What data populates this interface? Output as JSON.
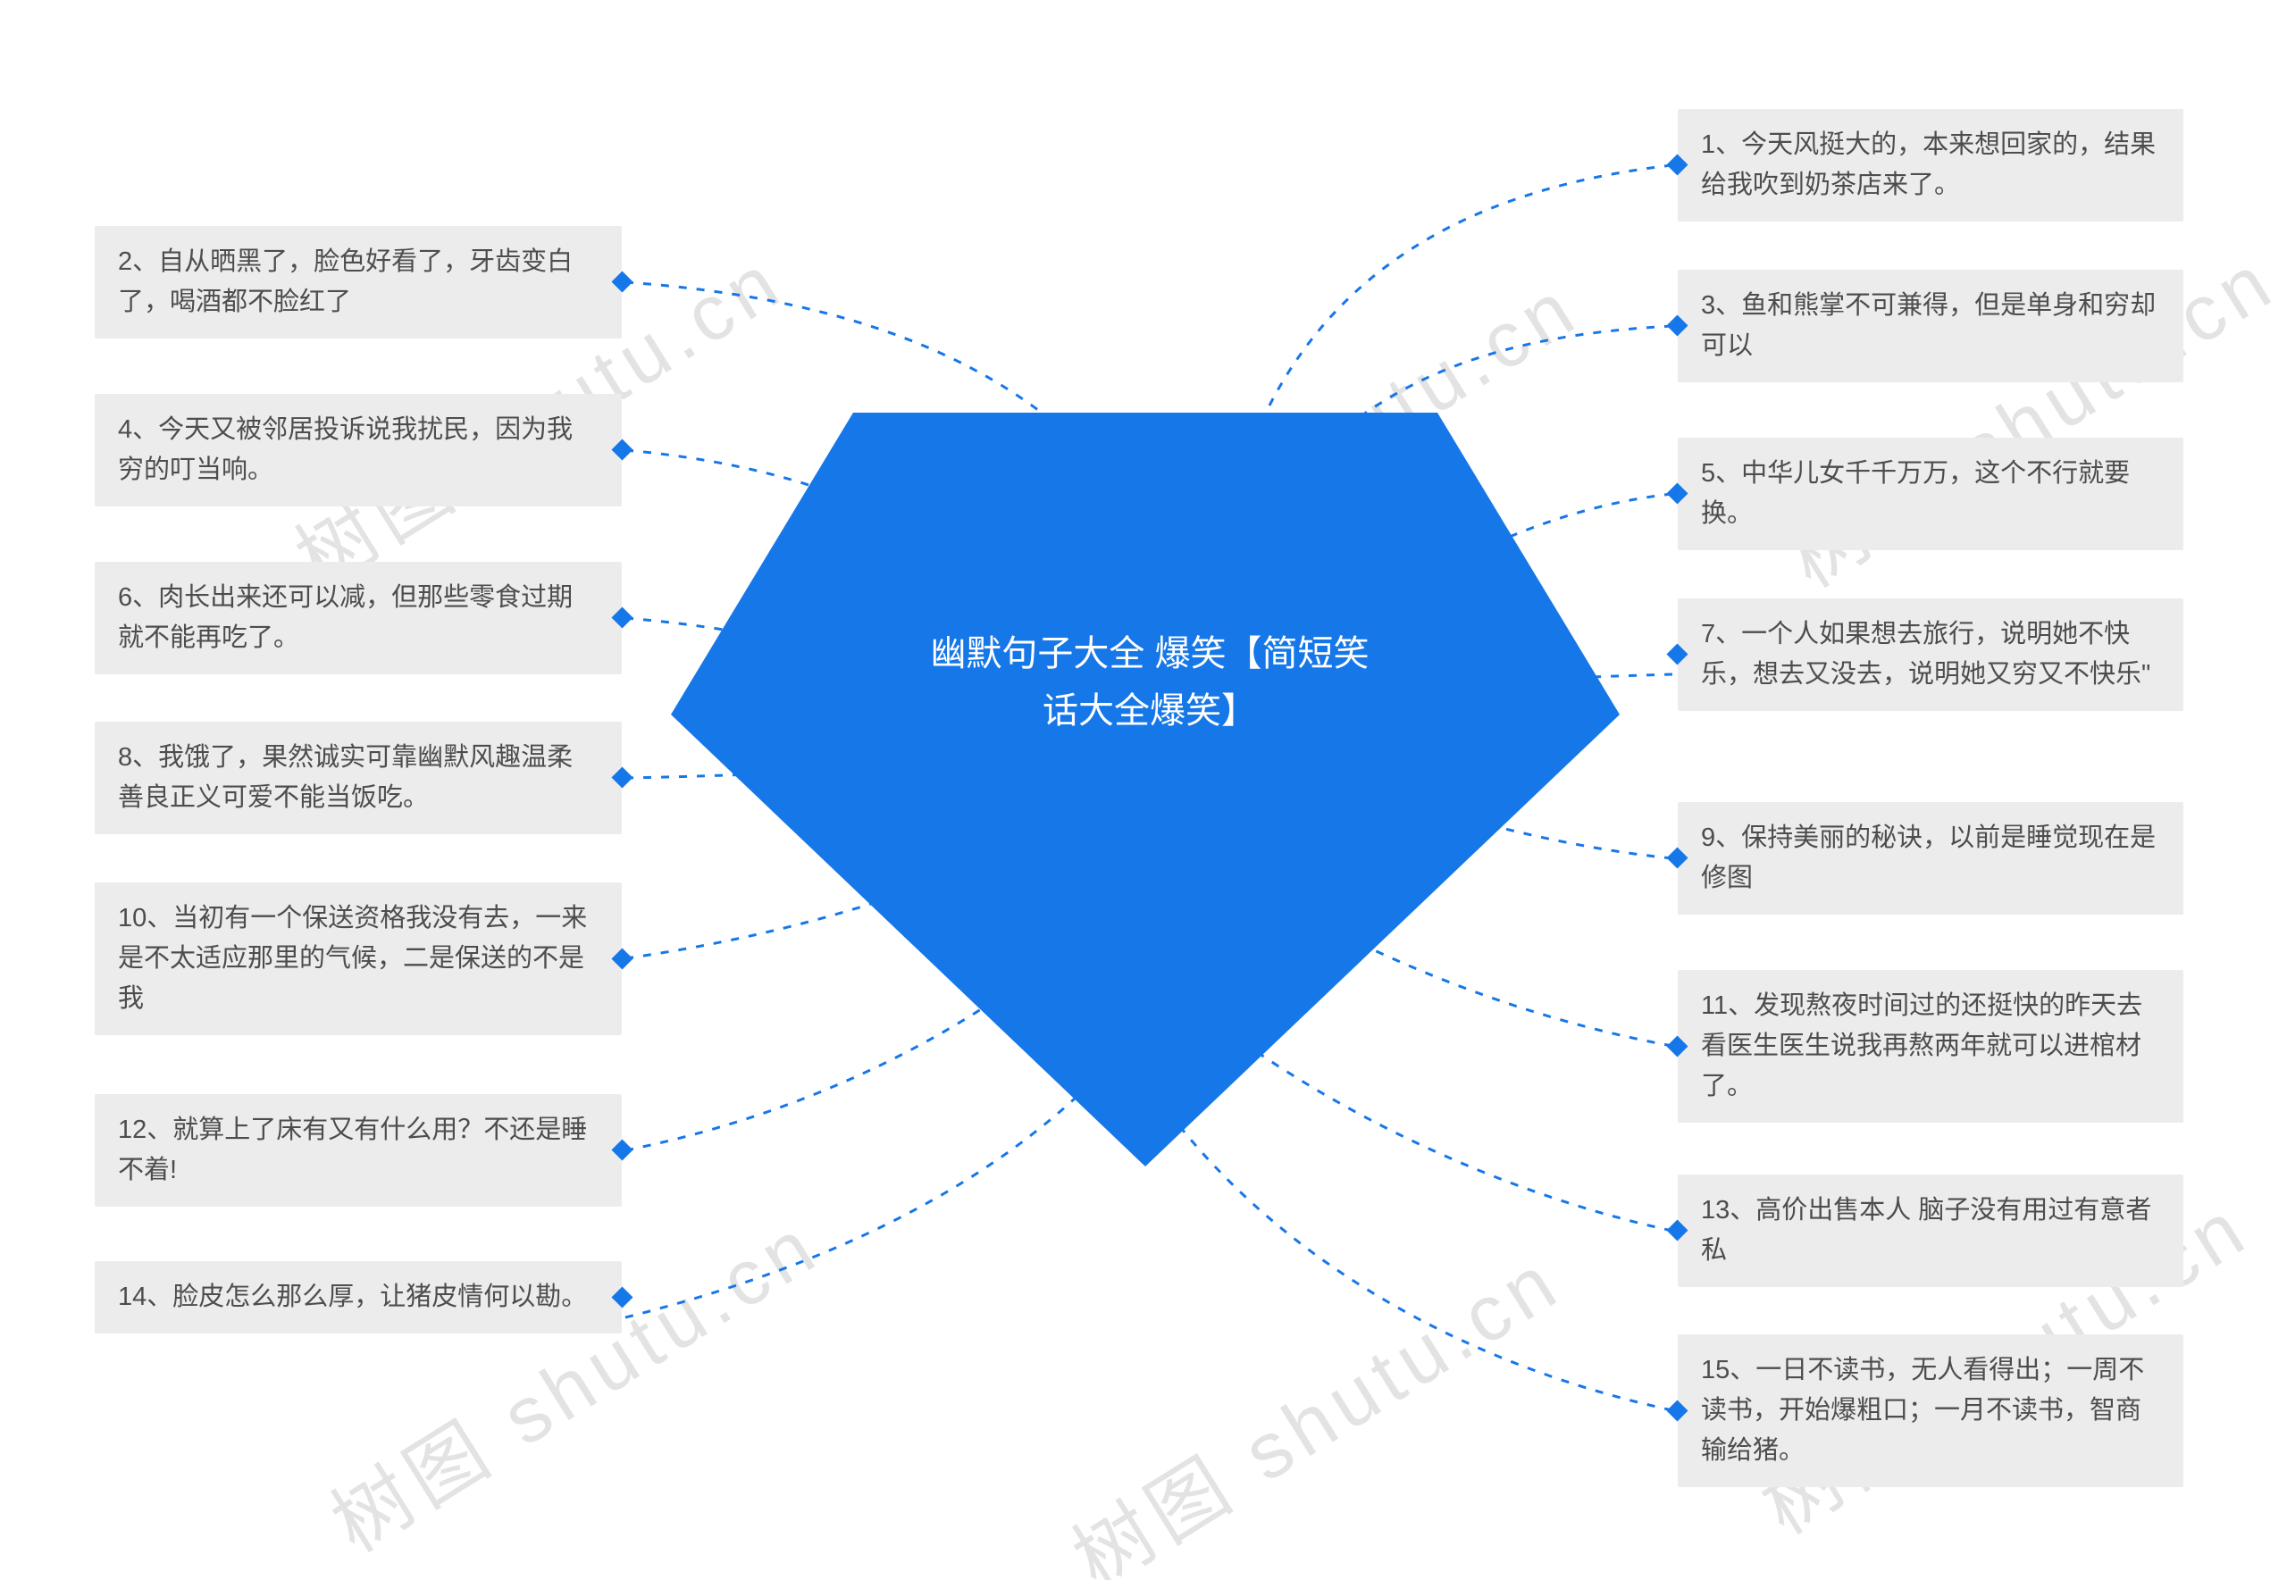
{
  "title": "幽默句子大全 爆笑【简短笑话大全爆笑】",
  "center": {
    "label": "幽默句子大全 爆笑【简短笑话大全爆笑】"
  },
  "colors": {
    "accent": "#1677e8",
    "node_bg": "#ececec",
    "node_text": "#4d4d4d"
  },
  "left_items": [
    "2、自从晒黑了，脸色好看了，牙齿变白了，喝酒都不脸红了",
    "4、今天又被邻居投诉说我扰民，因为我穷的叮当响。",
    "6、肉长出来还可以减，但那些零食过期就不能再吃了。",
    "8、我饿了，果然诚实可靠幽默风趣温柔善良正义可爱不能当饭吃。",
    "10、当初有一个保送资格我没有去，一来是不太适应那里的气候，二是保送的不是我",
    "12、就算上了床有又有什么用？不还是睡不着!",
    "14、脸皮怎么那么厚，让猪皮情何以勘。"
  ],
  "right_items": [
    "1、今天风挺大的，本来想回家的，结果给我吹到奶茶店来了。",
    "3、鱼和熊掌不可兼得，但是单身和穷却可以",
    "5、中华儿女千千万万，这个不行就要换。",
    "7、一个人如果想去旅行，说明她不快乐，想去又没去，说明她又穷又不快乐\"",
    "9、保持美丽的秘诀，以前是睡觉现在是修图",
    "11、发现熬夜时间过的还挺快的昨天去看医生医生说我再熬两年就可以进棺材了。",
    "13、高价出售本人 脑子没有用过有意者私",
    "15、一日不读书，无人看得出；一周不读书，开始爆粗口；一月不读书，智商输给猪。"
  ],
  "watermark": {
    "text": "树图 shutu.cn"
  }
}
